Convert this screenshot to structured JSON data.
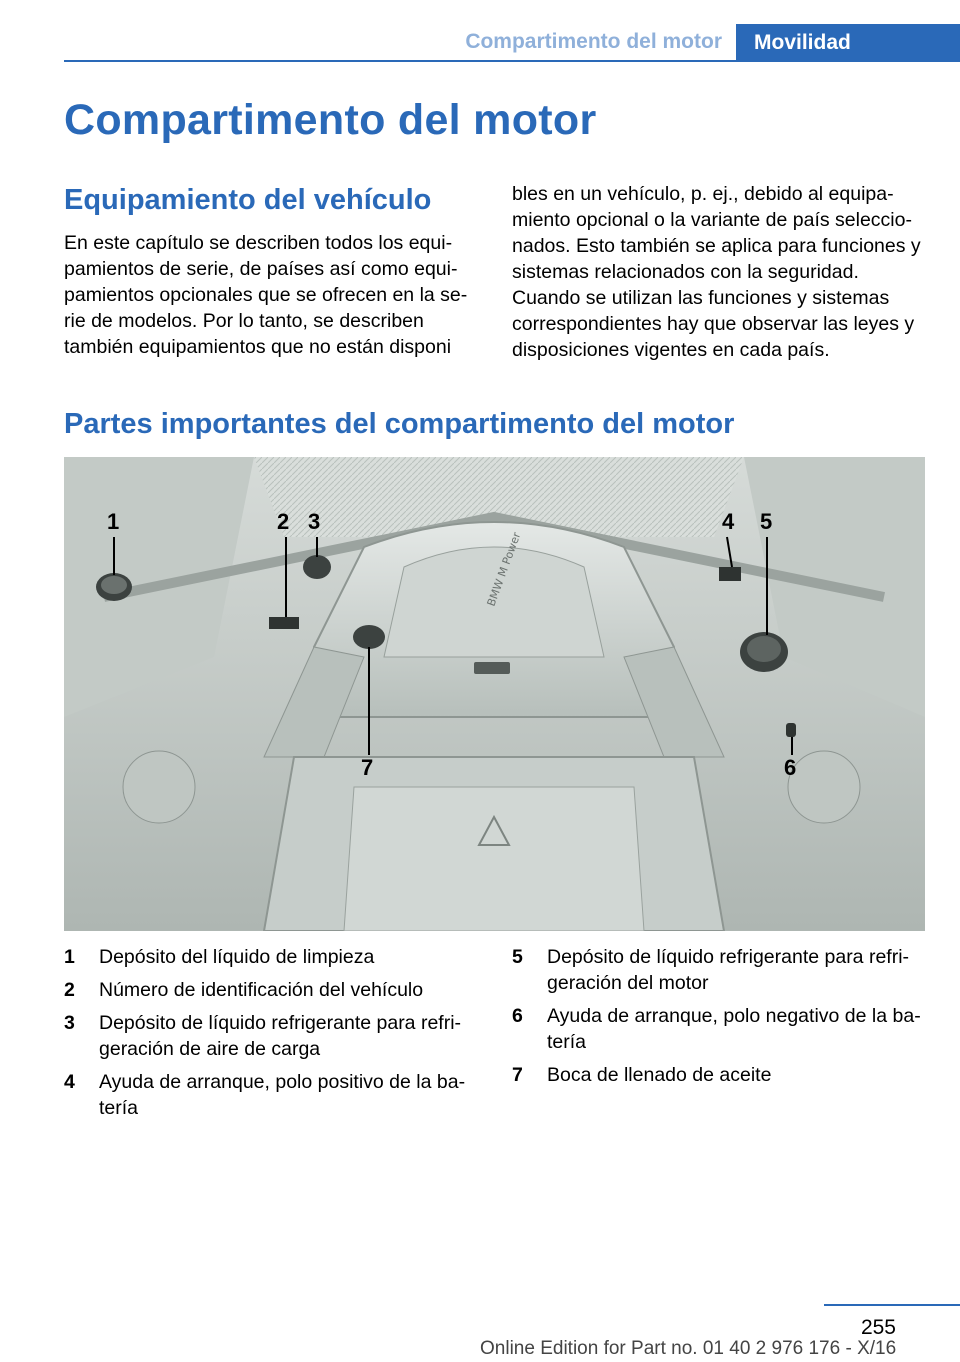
{
  "header": {
    "section": "Compartimento del motor",
    "chapter": "Movilidad"
  },
  "title": "Compartimento del motor",
  "section1": {
    "heading": "Equipamiento del vehículo",
    "col1": "En este capítulo se describen todos los equi­pamientos de serie, de países así como equi­pamientos opcionales que se ofrecen en la se­rie de modelos. Por lo tanto, se describen también equipamientos que no están disponi­",
    "col2": "bles en un vehículo, p. ej., debido al equipa­miento opcional o la variante de país seleccio­nados. Esto también se aplica para funciones y sistemas relacionados con la seguridad. Cuando se utilizan las funciones y sistemas correspondientes hay que observar las leyes y disposiciones vigentes en cada país."
  },
  "section2": {
    "heading": "Partes importantes del compartimento del motor"
  },
  "figure": {
    "callouts": [
      "1",
      "2",
      "3",
      "4",
      "5",
      "6",
      "7"
    ],
    "engine_text": "BMW M Power"
  },
  "legend": [
    {
      "num": "1",
      "text": "Depósito del líquido de limpieza"
    },
    {
      "num": "2",
      "text": "Número de identificación del vehículo"
    },
    {
      "num": "3",
      "text": "Depósito de líquido refrigerante para refri­geración de aire de carga"
    },
    {
      "num": "4",
      "text": "Ayuda de arranque, polo positivo de la ba­tería"
    },
    {
      "num": "5",
      "text": "Depósito de líquido refrigerante para refri­geración del motor"
    },
    {
      "num": "6",
      "text": "Ayuda de arranque, polo negativo de la ba­tería"
    },
    {
      "num": "7",
      "text": "Boca de llenado de aceite"
    }
  ],
  "footer": {
    "page": "255",
    "edition": "Online Edition for Part no. 01 40 2 976 176 - X/16"
  }
}
